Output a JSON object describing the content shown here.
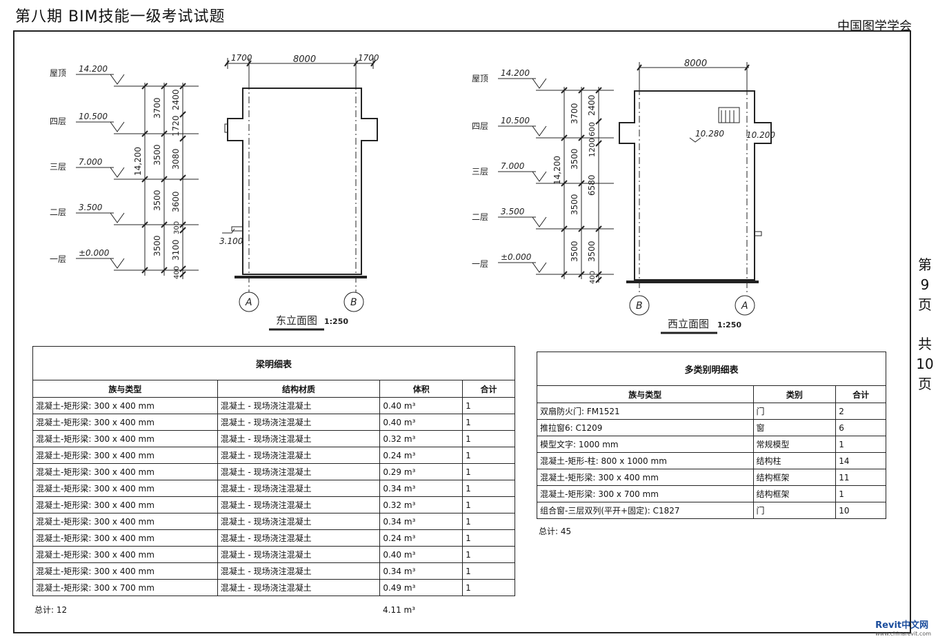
{
  "header": {
    "title": "第八期 BIM技能一级考试试题",
    "org": "中国图学学会"
  },
  "side": {
    "p1": "第",
    "p2": "9",
    "p3": "页",
    "p4": "共",
    "p5": "10",
    "p6": "页"
  },
  "east": {
    "title": "东立面图",
    "scale": "1:250",
    "levels": [
      {
        "name": "屋顶",
        "elev": "14.200"
      },
      {
        "name": "四层",
        "elev": "10.500"
      },
      {
        "name": "三层",
        "elev": "7.000"
      },
      {
        "name": "二层",
        "elev": "3.500"
      },
      {
        "name": "一层",
        "elev": "±0.000"
      }
    ],
    "dims_a": [
      "3700",
      "3500",
      "3500",
      "3500"
    ],
    "dims_b": [
      "2400",
      "1720",
      "3080",
      "3600",
      "300",
      "3100",
      "400"
    ],
    "total": "14,200",
    "top_dims": [
      "1700",
      "8000",
      "1700"
    ],
    "side_elev": "3.100",
    "grids": [
      "A",
      "B"
    ]
  },
  "west": {
    "title": "西立面图",
    "scale": "1:250",
    "levels": [
      {
        "name": "屋顶",
        "elev": "14.200"
      },
      {
        "name": "四层",
        "elev": "10.500"
      },
      {
        "name": "三层",
        "elev": "7.000"
      },
      {
        "name": "二层",
        "elev": "3.500"
      },
      {
        "name": "一层",
        "elev": "±0.000"
      }
    ],
    "dims_a": [
      "3700",
      "3500",
      "3500",
      "3500"
    ],
    "dims_b": [
      "2400",
      "600",
      "1200",
      "6580",
      "3500",
      "400"
    ],
    "total": "14,200",
    "top_dim": "8000",
    "canopy_elevs": [
      "10.280",
      "10.200"
    ],
    "grids": [
      "B",
      "A"
    ]
  },
  "beam_schedule": {
    "title": "梁明细表",
    "headers": [
      "族与类型",
      "结构材质",
      "体积",
      "合计"
    ],
    "rows": [
      [
        "混凝土-矩形梁: 300 x 400 mm",
        "混凝土 - 现场浇注混凝土",
        "0.40 m³",
        "1"
      ],
      [
        "混凝土-矩形梁: 300 x 400 mm",
        "混凝土 - 现场浇注混凝土",
        "0.40 m³",
        "1"
      ],
      [
        "混凝土-矩形梁: 300 x 400 mm",
        "混凝土 - 现场浇注混凝土",
        "0.32 m³",
        "1"
      ],
      [
        "混凝土-矩形梁: 300 x 400 mm",
        "混凝土 - 现场浇注混凝土",
        "0.24 m³",
        "1"
      ],
      [
        "混凝土-矩形梁: 300 x 400 mm",
        "混凝土 - 现场浇注混凝土",
        "0.29 m³",
        "1"
      ],
      [
        "混凝土-矩形梁: 300 x 400 mm",
        "混凝土 - 现场浇注混凝土",
        "0.34 m³",
        "1"
      ],
      [
        "混凝土-矩形梁: 300 x 400 mm",
        "混凝土 - 现场浇注混凝土",
        "0.32 m³",
        "1"
      ],
      [
        "混凝土-矩形梁: 300 x 400 mm",
        "混凝土 - 现场浇注混凝土",
        "0.34 m³",
        "1"
      ],
      [
        "混凝土-矩形梁: 300 x 400 mm",
        "混凝土 - 现场浇注混凝土",
        "0.24 m³",
        "1"
      ],
      [
        "混凝土-矩形梁: 300 x 400 mm",
        "混凝土 - 现场浇注混凝土",
        "0.40 m³",
        "1"
      ],
      [
        "混凝土-矩形梁: 300 x 400 mm",
        "混凝土 - 现场浇注混凝土",
        "0.34 m³",
        "1"
      ],
      [
        "混凝土-矩形梁: 300 x 700 mm",
        "混凝土 - 现场浇注混凝土",
        "0.49 m³",
        "1"
      ]
    ],
    "total_label": "总计: 12",
    "total_volume": "4.11 m³"
  },
  "category_schedule": {
    "title": "多类别明细表",
    "headers": [
      "族与类型",
      "类别",
      "合计"
    ],
    "rows": [
      [
        "双扇防火门: FM1521",
        "门",
        "2"
      ],
      [
        "推拉窗6: C1209",
        "窗",
        "6"
      ],
      [
        "模型文字: 1000 mm",
        "常规模型",
        "1"
      ],
      [
        "混凝土-矩形-柱: 800 x 1000 mm",
        "结构柱",
        "14"
      ],
      [
        "混凝土-矩形梁: 300 x 400 mm",
        "结构框架",
        "11"
      ],
      [
        "混凝土-矩形梁: 300 x 700 mm",
        "结构框架",
        "1"
      ],
      [
        "组合窗-三层双列(平开+固定): C1827",
        "门",
        "10"
      ]
    ],
    "total_label": "总计: 45"
  },
  "logo": {
    "name": "Revit中文网",
    "url": "www.chinarevit.com"
  }
}
